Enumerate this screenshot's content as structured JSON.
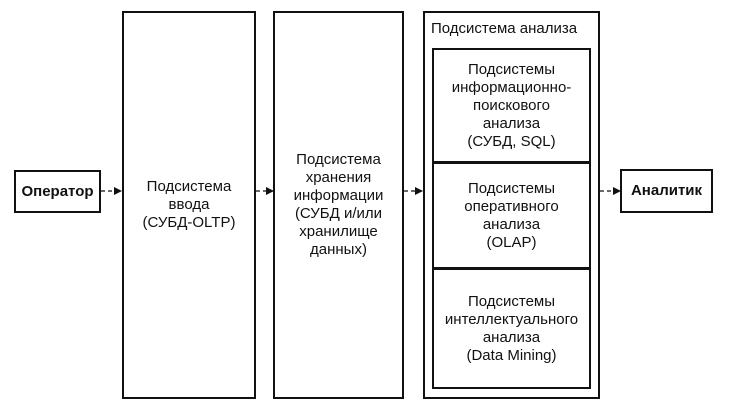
{
  "diagram": {
    "operator": "Оператор",
    "input_subsystem": "Подсистема\nввода\n(СУБД-OLTP)",
    "storage_subsystem": "Подсистема\nхранения\nинформации\n(СУБД и/или\nхранилище\nданных)",
    "analysis_subsystem": {
      "title": "Подсистема анализа",
      "info_retrieval": "Подсистемы\nинформационно-\nпоискового\nанализа\n(СУБД, SQL)",
      "olap": "Подсистемы\nоперативного\nанализа\n(OLAP)",
      "data_mining": "Подсистемы\nинтеллектуального\nанализа\n(Data Mining)"
    },
    "analyst": "Аналитик"
  }
}
